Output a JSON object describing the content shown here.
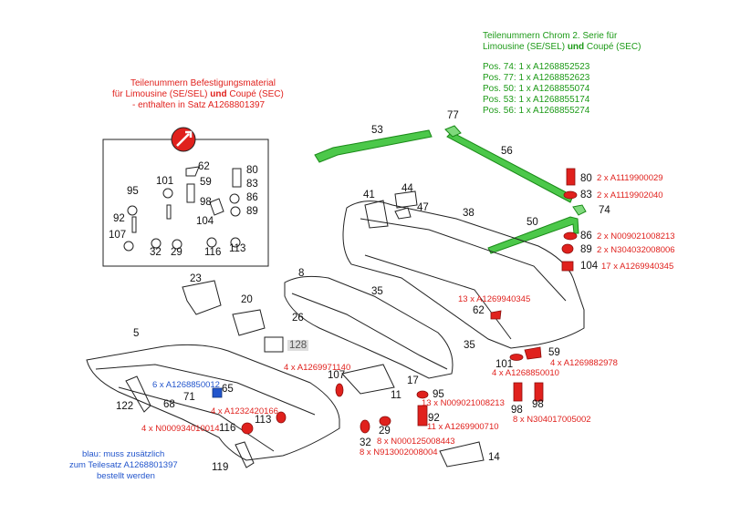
{
  "header_red": {
    "line1": "Teilenummern Befestigungsmaterial",
    "line2_pre": "für Limousine (SE/SEL) ",
    "line2_bold": "und",
    "line2_post": " Coupé (SEC)",
    "line3": "- enthalten in Satz A1268801397"
  },
  "header_green": {
    "line1": "Teilenummern Chrom 2. Serie für",
    "line2_pre": "Limousine (SE/SEL) ",
    "line2_bold": "und",
    "line2_post": " Coupé (SEC)",
    "items": [
      "Pos. 74: 1 x A1268852523",
      "Pos. 77: 1 x A1268852623",
      "Pos. 50: 1 x A1268855074",
      "Pos. 53: 1 x A1268855174",
      "Pos. 56: 1 x A1268855274"
    ]
  },
  "note_blue": [
    "blau: muss zusätzlich",
    "zum Teilesatz A1268801397",
    "bestellt werden"
  ],
  "kit_numbers": [
    "62",
    "59",
    "80",
    "101",
    "98",
    "83",
    "95",
    "86",
    "92",
    "104",
    "89",
    "107",
    "32",
    "29",
    "116",
    "113"
  ],
  "main_numbers": {
    "n53": "53",
    "n77": "77",
    "n56": "56",
    "n80": "80",
    "n83": "83",
    "n74": "74",
    "n44": "44",
    "n41": "41",
    "n47": "47",
    "n38": "38",
    "n50": "50",
    "n86": "86",
    "n89": "89",
    "n104": "104",
    "n23": "23",
    "n8": "8",
    "n35a": "35",
    "n20": "20",
    "n26": "26",
    "n62": "62",
    "n5": "5",
    "n128": "128",
    "n35b": "35",
    "n101": "101",
    "n59": "59",
    "n65": "65",
    "n107": "107",
    "n17": "17",
    "n122": "122",
    "n71": "71",
    "n68": "68",
    "n11": "11",
    "n95": "95",
    "n98a": "98",
    "n98b": "98",
    "n92": "92",
    "n113": "113",
    "n116": "116",
    "n29": "29",
    "n32": "32",
    "n14": "14",
    "n119": "119"
  },
  "part_labels": {
    "p80": "2 x A1119900029",
    "p83": "2 x A1119902040",
    "p86": "2 x N009021008213",
    "p89": "2 x N304032008006",
    "p104": "17 x A1269940345",
    "p62": "13 x A1269940345",
    "p59": "4 x A1269882978",
    "p101": "4 x A1268850010",
    "p98": "8 x N304017005002",
    "p107": "4 x A1269971140",
    "p65": "6 x A1268850012",
    "p71": "4 x A1232420166",
    "p116": "4 x N000934010014",
    "p95": "13 x N009021008213",
    "p92": "11 x A1269900710",
    "p29": "8 x N000125008443",
    "p32": "8 x N913002008004"
  }
}
